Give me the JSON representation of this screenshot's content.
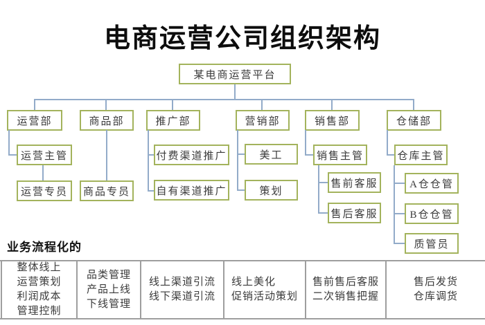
{
  "title": "电商运营公司组织架构",
  "org": {
    "root": {
      "label": "某电商运营平台"
    },
    "departments": [
      {
        "label": "运营部",
        "roles": [
          "运营主管",
          "运营专员"
        ]
      },
      {
        "label": "商品部",
        "roles": [
          "商品专员"
        ]
      },
      {
        "label": "推广部",
        "roles": [
          "付费渠道推广",
          "自有渠道推广"
        ]
      },
      {
        "label": "营销部",
        "roles": [
          "美工",
          "策划"
        ]
      },
      {
        "label": "销售部",
        "roles": [
          "销售主管",
          "售前客服",
          "售后客服"
        ]
      },
      {
        "label": "仓储部",
        "roles": [
          "仓库主管",
          "A仓仓管",
          "B仓仓管",
          "质管员"
        ]
      }
    ]
  },
  "process": {
    "heading": "业务流程化的",
    "cells": [
      {
        "lines": [
          "整体线上",
          "运营策划",
          "利润成本",
          "管理控制"
        ]
      },
      {
        "lines": [
          "品类管理",
          "产品上线",
          "下线管理"
        ]
      },
      {
        "lines": [
          "线上渠道引流",
          "线下渠道引流"
        ]
      },
      {
        "lines": [
          "线上美化",
          "促销活动策划"
        ]
      },
      {
        "lines": [
          "售前售后客服",
          "二次销售把握"
        ]
      },
      {
        "lines": [
          "售后发货",
          "仓库调货"
        ]
      }
    ]
  },
  "colors": {
    "box_border": "#a3b35c",
    "connector": "#92abc9",
    "table_border": "#9e9e9e",
    "text": "#3a3a3a",
    "title_color": "#0d0d0d"
  }
}
